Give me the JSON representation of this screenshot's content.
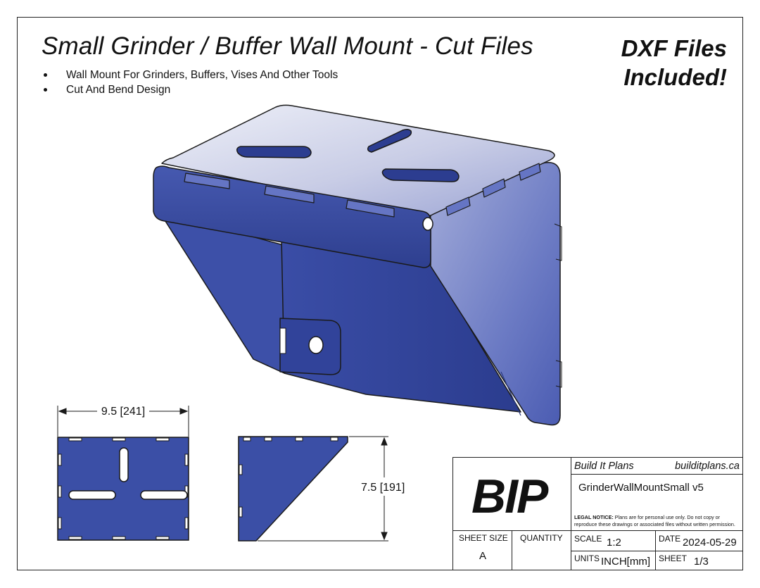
{
  "header": {
    "title": "Small Grinder / Buffer Wall Mount - Cut Files",
    "bullets": [
      "Wall Mount For Grinders, Buffers, Vises And Other Tools",
      "Cut And Bend Design"
    ],
    "callout_line1": "DXF Files",
    "callout_line2": "Included!"
  },
  "colors": {
    "part_blue": "#3b4fa6",
    "part_blue_dark": "#253880",
    "part_blue_light": "#7f8ecc",
    "outline": "#1a1a1a"
  },
  "views": {
    "isometric_icon": "wall-mount-bracket-3d-icon",
    "top_view_icon": "bracket-top-flat-view-icon",
    "side_view_icon": "bracket-side-gusset-view-icon",
    "width_dim": "9.5 [241]",
    "height_dim": "7.5 [191]"
  },
  "title_block": {
    "logo": "BIP",
    "company": "Build It Plans",
    "website": "builditplans.ca",
    "part_name": "GrinderWallMountSmall v5",
    "legal_heading": "LEGAL NOTICE:",
    "legal_text": " Plans are for personal use only. Do not copy or reproduce these drawings or associated files without written permission.",
    "sheet_size_label": "SHEET SIZE",
    "sheet_size": "A",
    "quantity_label": "QUANTITY",
    "quantity": "",
    "scale_label": "SCALE",
    "scale": "1:2",
    "date_label": "DATE",
    "date": "2024-05-29",
    "units_label": "UNITS",
    "units": "INCH[mm]",
    "sheet_label": "SHEET",
    "sheet": "1/3"
  }
}
